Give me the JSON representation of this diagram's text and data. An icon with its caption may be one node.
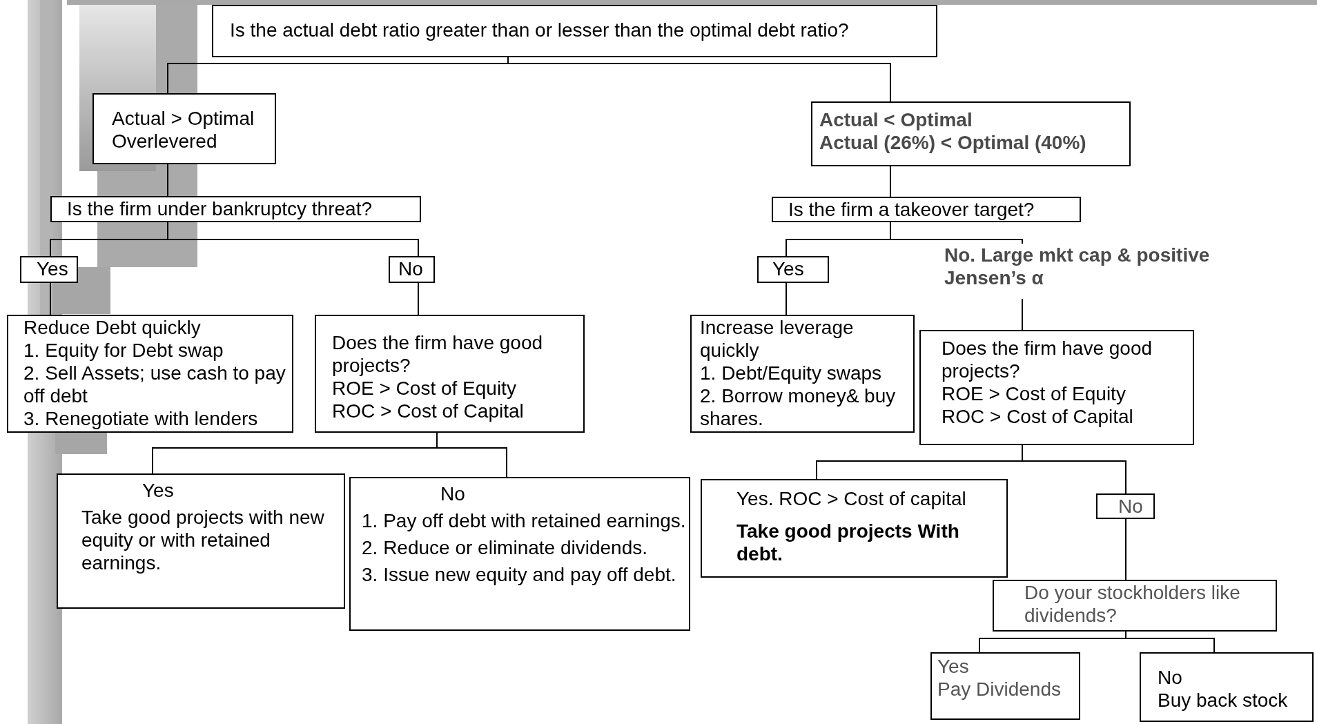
{
  "diagram": {
    "nodes": [
      {
        "text": [
          "Is the actual debt ratio greater than or lesser than the optimal debt ratio?"
        ]
      },
      {
        "text": [
          "Actual > Optimal",
          "Overlevered"
        ]
      },
      {
        "text": [
          "Actual < Optimal",
          "Actual (26%) < Optimal (40%)"
        ]
      },
      {
        "text": [
          "Is the firm under bankruptcy threat?"
        ]
      },
      {
        "text": [
          "Is the firm a takeover target?"
        ]
      },
      {
        "text": [
          "Yes"
        ]
      },
      {
        "text": [
          "No"
        ]
      },
      {
        "text": [
          "Yes"
        ]
      },
      {
        "text": [
          "No. Large mkt cap & positive Jensen’s α"
        ]
      },
      {
        "text": [
          "Reduce Debt quickly",
          "1. Equity for Debt swap",
          "2. Sell Assets; use cash to pay off debt",
          "3. Renegotiate with lenders"
        ]
      },
      {
        "text": [
          "Does the firm have good projects?",
          "ROE > Cost of Equity",
          "ROC > Cost of Capital"
        ]
      },
      {
        "text": [
          "Increase leverage quickly",
          "1. Debt/Equity swaps",
          "2. Borrow money& buy shares."
        ]
      },
      {
        "text": [
          "Does the firm have good projects?",
          "ROE > Cost of Equity",
          "ROC > Cost of Capital"
        ]
      },
      {
        "text": [
          "Yes",
          "Take good projects with new equity or with retained earnings."
        ]
      },
      {
        "text": [
          "No",
          "1. Pay off debt with retained earnings.",
          "2. Reduce or eliminate dividends.",
          "3. Issue new equity and pay off debt."
        ]
      },
      {
        "text": [
          "Yes. ROC > Cost of capital",
          "Take good projects With debt."
        ]
      },
      {
        "text": [
          "No"
        ]
      },
      {
        "text": [
          "Do your stockholders like dividends?"
        ]
      },
      {
        "text": [
          "Yes",
          "Pay Dividends"
        ]
      },
      {
        "text": [
          "No",
          "Buy back stock"
        ]
      }
    ],
    "edges": [
      {
        "from": 0,
        "to": 1,
        "arrow": "none"
      },
      {
        "from": 0,
        "to": 2,
        "arrow": "none"
      },
      {
        "from": 1,
        "to": 3,
        "arrow": "none"
      },
      {
        "from": 2,
        "to": 4,
        "arrow": "none"
      },
      {
        "from": 3,
        "to": 5,
        "arrow": "none"
      },
      {
        "from": 3,
        "to": 6,
        "arrow": "none"
      },
      {
        "from": 4,
        "to": 7,
        "arrow": "none"
      },
      {
        "from": 4,
        "to": 8,
        "arrow": "none"
      },
      {
        "from": 5,
        "to": 9,
        "arrow": "none"
      },
      {
        "from": 6,
        "to": 10,
        "arrow": "none"
      },
      {
        "from": 7,
        "to": 11,
        "arrow": "none"
      },
      {
        "from": 8,
        "to": 12,
        "arrow": "none"
      },
      {
        "from": 10,
        "to": 13,
        "arrow": "none"
      },
      {
        "from": 10,
        "to": 14,
        "arrow": "none"
      },
      {
        "from": 12,
        "to": 15,
        "arrow": "none"
      },
      {
        "from": 12,
        "to": 16,
        "arrow": "none"
      },
      {
        "from": 16,
        "to": 17,
        "arrow": "none"
      },
      {
        "from": 17,
        "to": 18,
        "arrow": "none"
      },
      {
        "from": 17,
        "to": 19,
        "arrow": "none"
      }
    ]
  }
}
